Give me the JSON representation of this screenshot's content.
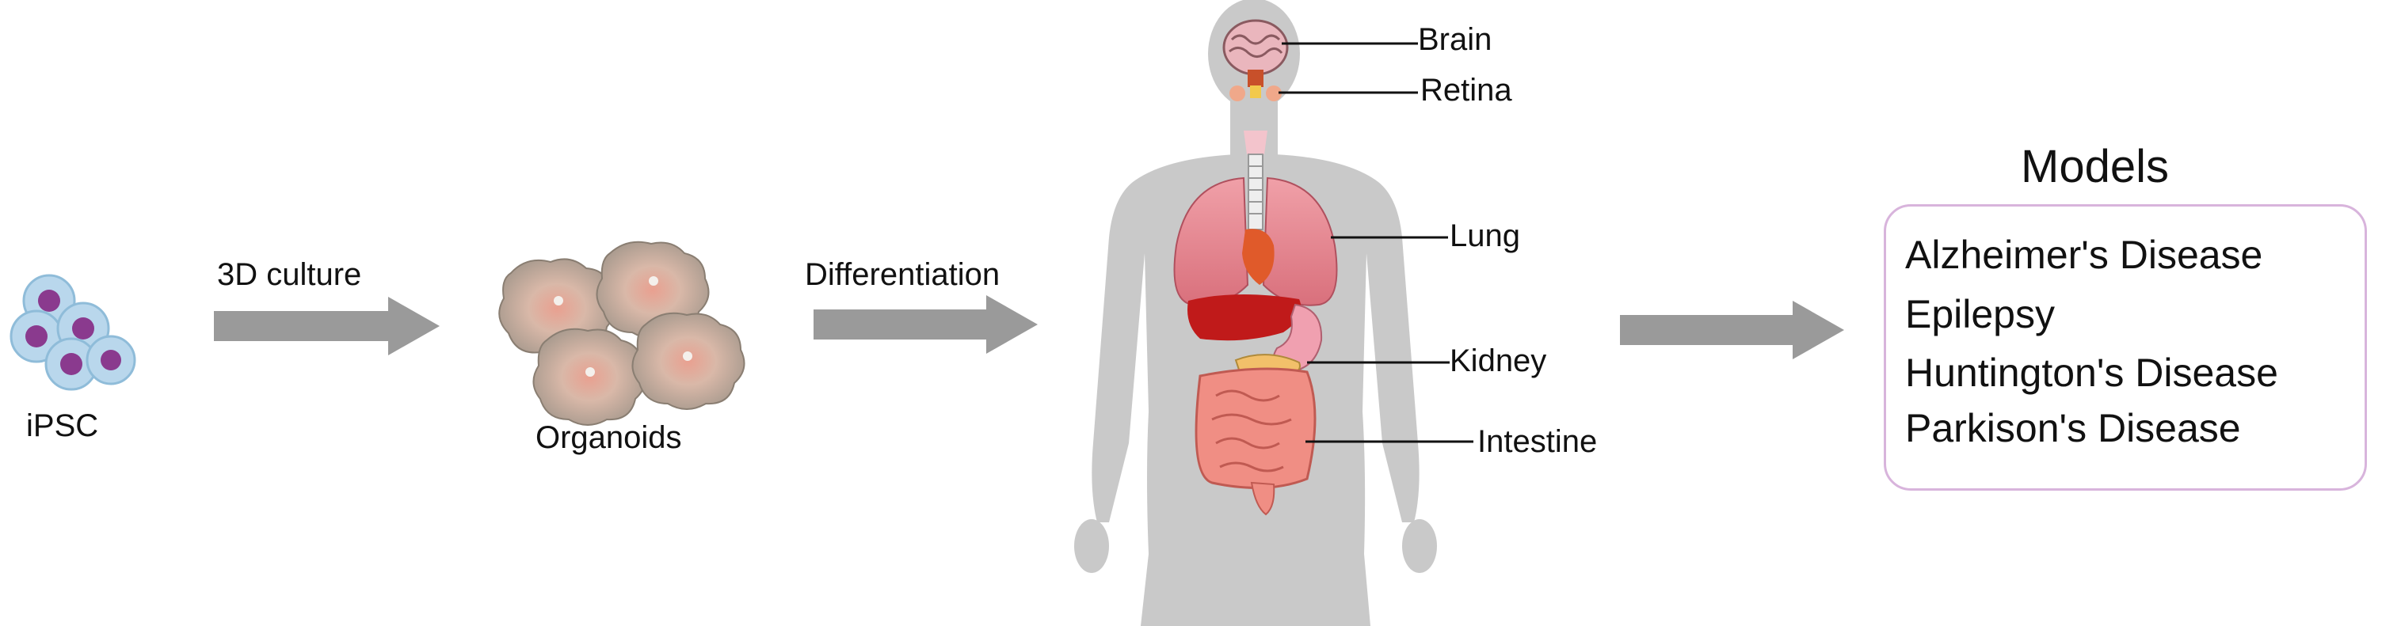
{
  "steps": {
    "ipsc": "iPSC",
    "culture": "3D culture",
    "organoids": "Organoids",
    "differentiation": "Differentiation"
  },
  "organs": {
    "brain": "Brain",
    "retina": "Retina",
    "lung": "Lung",
    "kidney": "Kidney",
    "intestine": "Intestine"
  },
  "models": {
    "title": "Models",
    "items": [
      "Alzheimer's Disease",
      "Epilepsy",
      "Huntington's Disease",
      "Parkison's Disease"
    ]
  },
  "colors": {
    "arrow": "#9a9a9a",
    "body": "#c9c9c9",
    "cell_outer": "#b9d7ec",
    "cell_nucleus": "#8a3a8e",
    "box_border": "#d8b4dc"
  }
}
